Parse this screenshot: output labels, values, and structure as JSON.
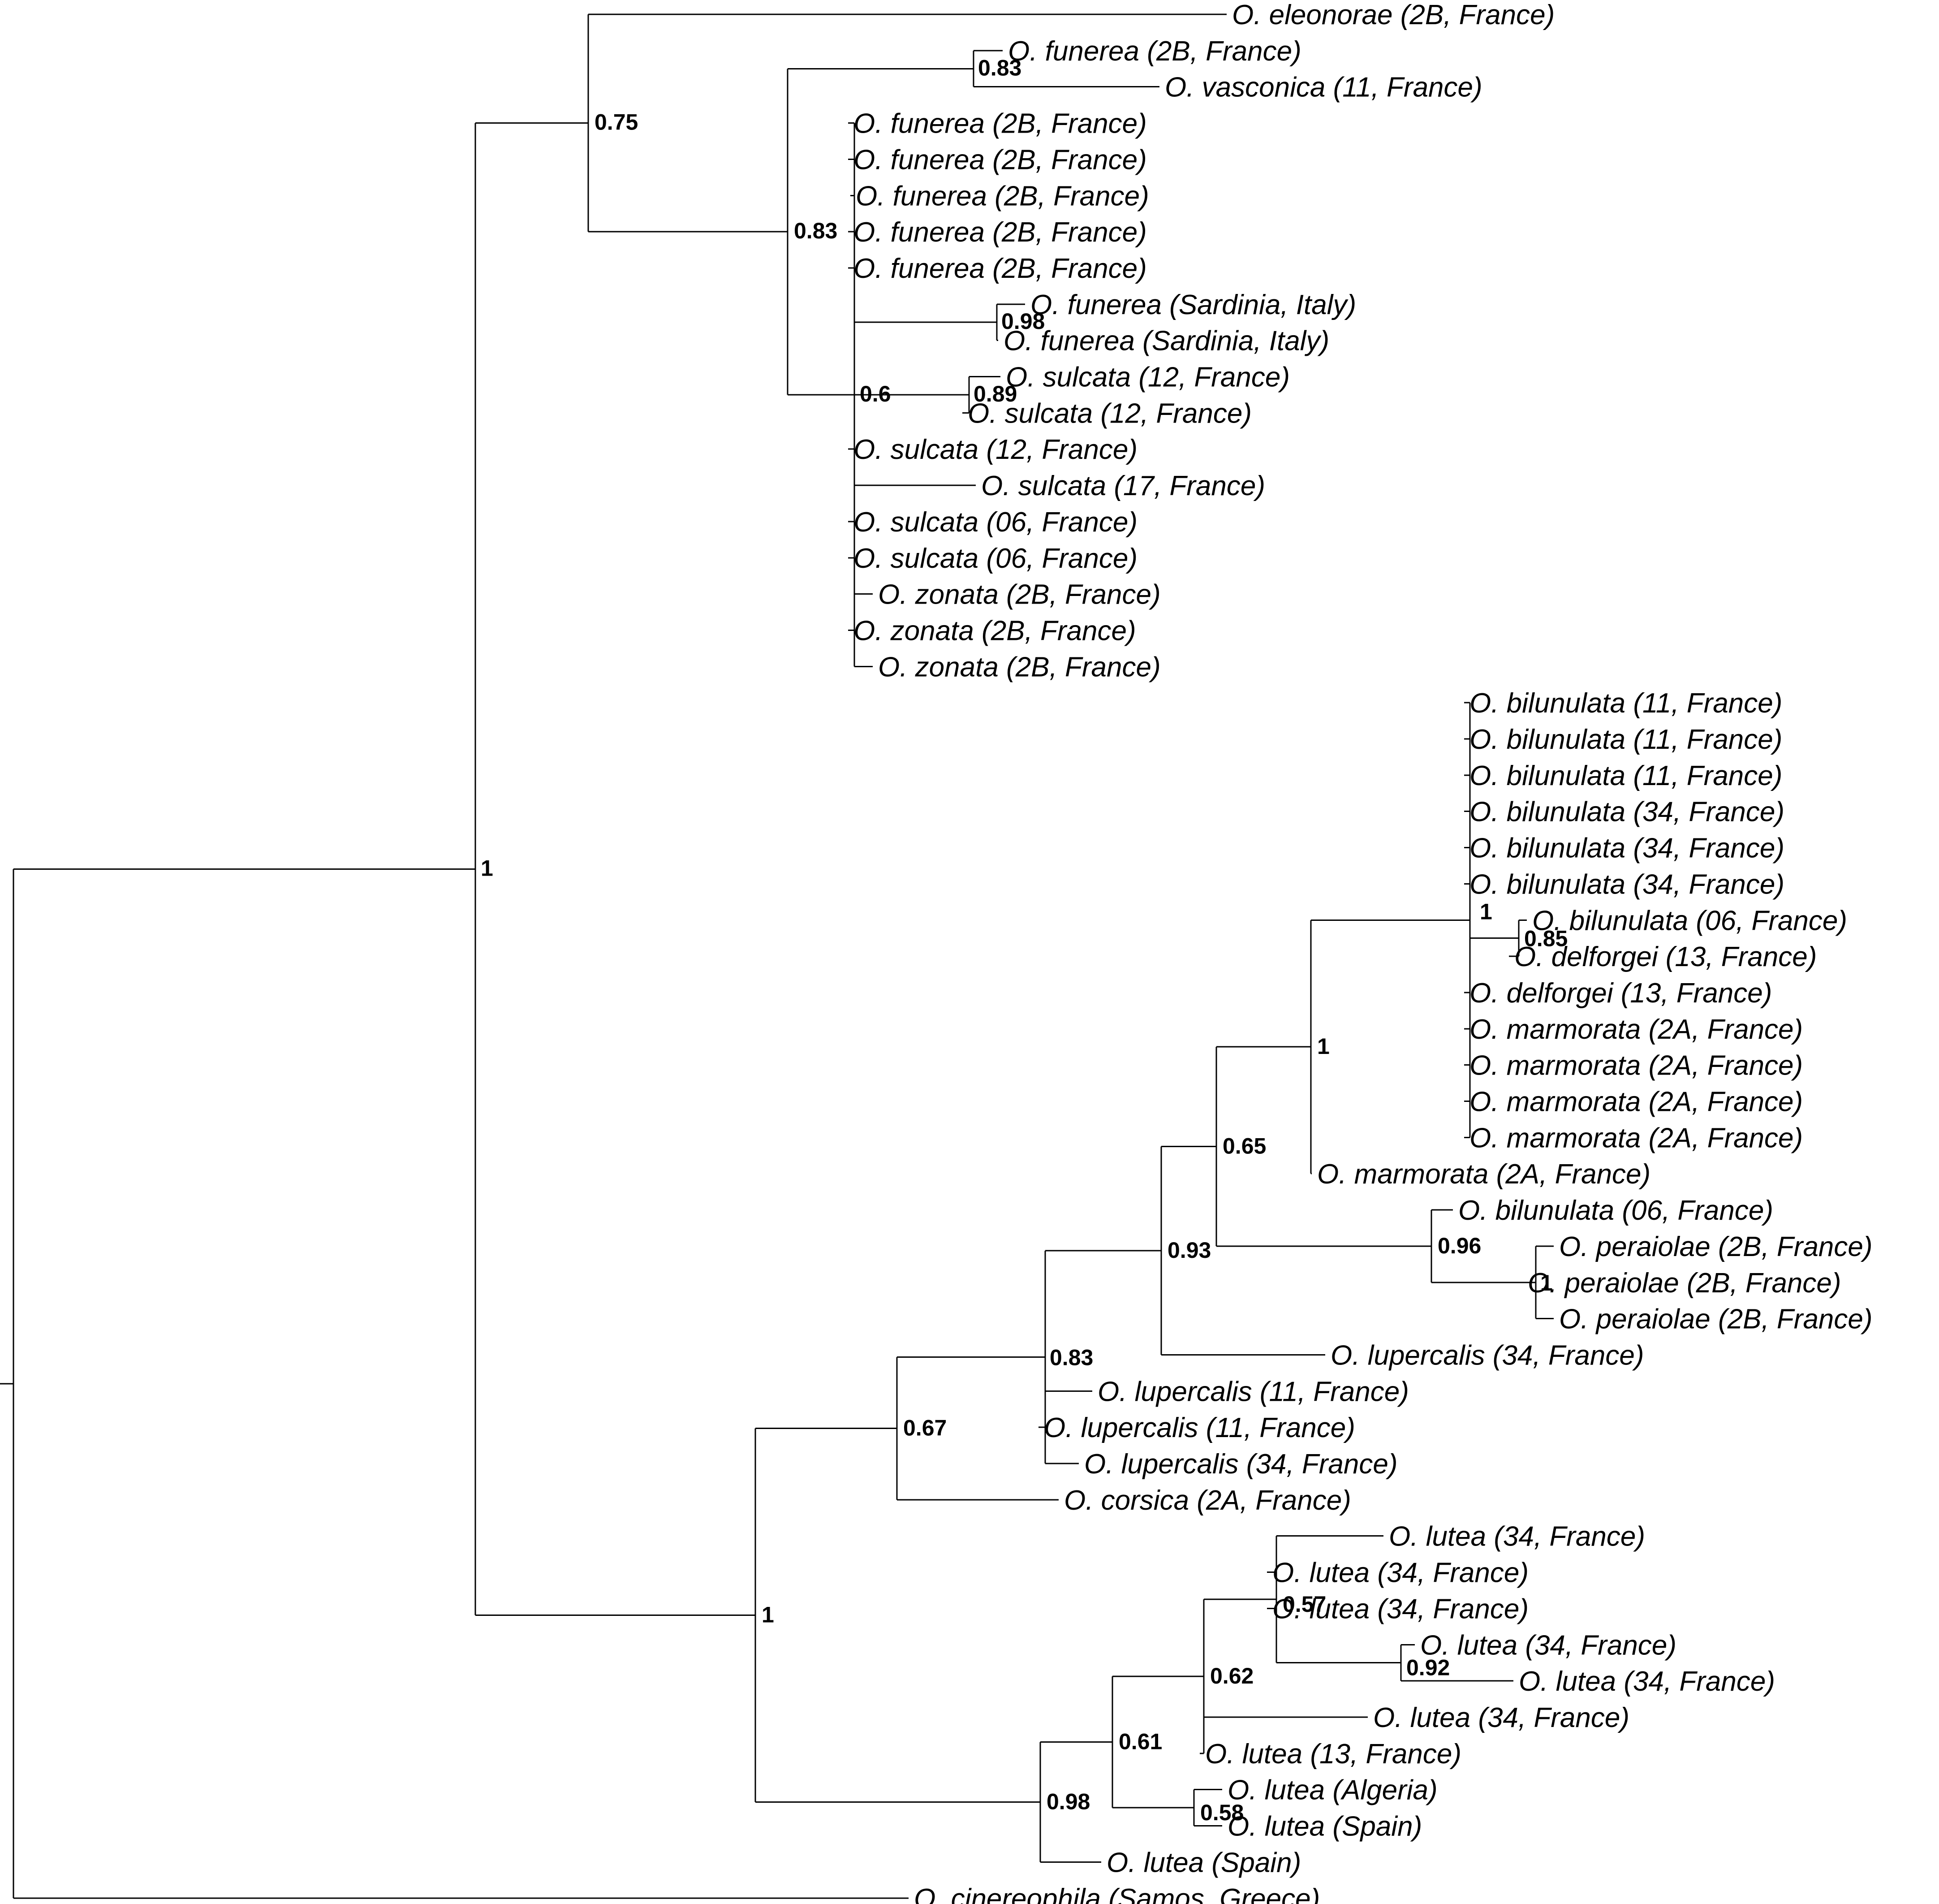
{
  "tree": {
    "node_support": {
      "root_ingroup": "1",
      "clade_eleonorae": "0.75",
      "funerea_vasconica": "0.83",
      "clade_funerea": "0.83",
      "funerea_sardinia": "0.98",
      "subclade_sulcata": "0.6",
      "sulcata_pair": "0.89",
      "clade_lupercalis_lutea": "1",
      "clade_lupercalis_corsica": "0.67",
      "clade_lupercalis": "0.83",
      "clade_bilunulata_group": "0.93",
      "clade_bilunulata_peraiolae": "0.65",
      "clade_bilunulata_marmorata": "1",
      "clade_bilunulata_inner": "1",
      "bilunulata_delforgei": "0.85",
      "clade_peraiolae_bilunulata": "0.96",
      "peraiolae_group": "1",
      "clade_lutea": "0.98",
      "lutea_subclade": "0.61",
      "lutea_inner": "0.62",
      "lutea_pair": "0.57",
      "lutea_pair2": "0.92",
      "lutea_algeria_spain": "0.58"
    },
    "tips": [
      "O. eleonorae (2B, France)",
      "O. funerea (2B, France)",
      "O. vasconica (11, France)",
      "O. funerea (2B, France)",
      "O. funerea (2B, France)",
      "O. funerea (2B, France)",
      "O. funerea (2B, France)",
      "O. funerea (2B, France)",
      "O. funerea (Sardinia, Italy)",
      "O. funerea (Sardinia, Italy)",
      "O. sulcata (12, France)",
      "O. sulcata (12, France)",
      "O. sulcata (12, France)",
      "O. sulcata (17, France)",
      "O. sulcata (06, France)",
      "O. sulcata (06, France)",
      "O. zonata (2B, France)",
      "O. zonata (2B, France)",
      "O. zonata (2B, France)",
      "O. bilunulata (11, France)",
      "O. bilunulata (11, France)",
      "O. bilunulata (11, France)",
      "O. bilunulata (34, France)",
      "O. bilunulata (34, France)",
      "O. bilunulata (34, France)",
      "O. bilunulata (06, France)",
      "O. delforgei (13, France)",
      "O. delforgei (13, France)",
      "O. marmorata (2A, France)",
      "O. marmorata (2A, France)",
      "O. marmorata (2A, France)",
      "O. marmorata (2A, France)",
      "O. marmorata (2A, France)",
      "O. bilunulata (06, France)",
      "O. peraiolae (2B, France)",
      "O. peraiolae (2B, France)",
      "O. peraiolae (2B, France)",
      "O. lupercalis (34, France)",
      "O. lupercalis (11, France)",
      "O. lupercalis (11, France)",
      "O. lupercalis (34, France)",
      "O. corsica (2A, France)",
      "O. lutea (34, France)",
      "O. lutea (34, France)",
      "O. lutea (34, France)",
      "O. lutea (34, France)",
      "O. lutea (34, France)",
      "O. lutea (34, France)",
      "O. lutea (13, France)",
      "O. lutea (Algeria)",
      "O. lutea (Spain)",
      "O. lutea (Spain)",
      "O. cinereophila (Samos, Greece)"
    ]
  }
}
